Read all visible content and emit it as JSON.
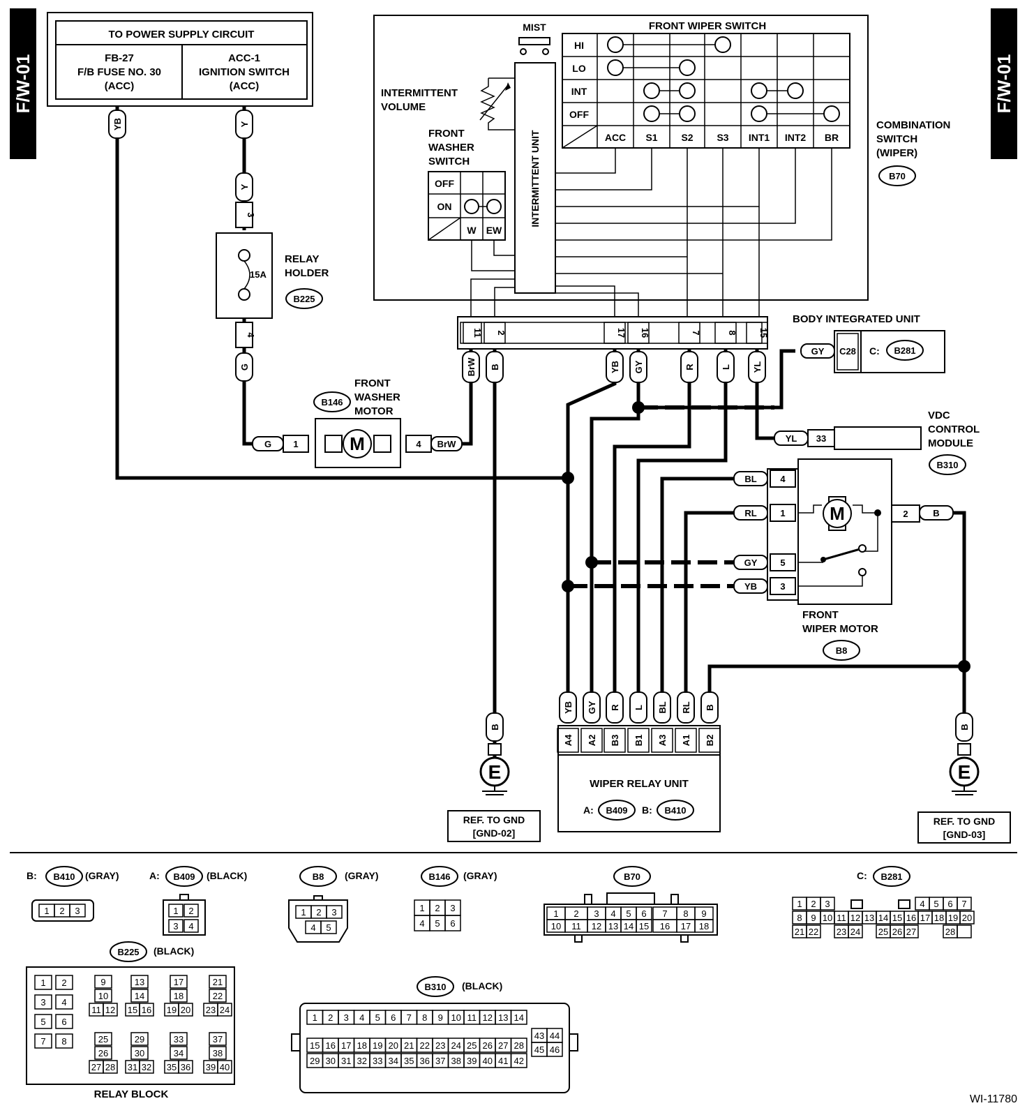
{
  "side_tab": "F/W-01",
  "figure_id": "WI-11780",
  "power_supply": {
    "title": "TO POWER SUPPLY CIRCUIT",
    "left": [
      "FB-27",
      "F/B FUSE NO. 30",
      "(ACC)"
    ],
    "right": [
      "ACC-1",
      "IGNITION SWITCH",
      "(ACC)"
    ]
  },
  "relay_holder": {
    "name": [
      "RELAY",
      "HOLDER"
    ],
    "id": "B225",
    "fuse": "15A",
    "pin_top": "3",
    "pin_bottom": "4"
  },
  "washer_motor": {
    "name": [
      "FRONT",
      "WASHER",
      "MOTOR"
    ],
    "id": "B146",
    "pins": [
      "1",
      "4"
    ],
    "symbol": "M"
  },
  "combination_switch": {
    "name": [
      "COMBINATION",
      "SWITCH",
      "(WIPER)"
    ],
    "id": "B70"
  },
  "mist": "MIST",
  "wiper_switch": {
    "title": "FRONT WIPER SWITCH",
    "rows": [
      "HI",
      "LO",
      "INT",
      "OFF"
    ],
    "cols": [
      "ACC",
      "S1",
      "S2",
      "S3",
      "INT1",
      "INT2",
      "BR"
    ]
  },
  "intermittent_volume": [
    "INTERMITTENT",
    "VOLUME"
  ],
  "intermittent_unit": "INTERMITTENT UNIT",
  "washer_switch": {
    "title": [
      "FRONT",
      "WASHER",
      "SWITCH"
    ],
    "rows": [
      "OFF",
      "ON"
    ],
    "cols": [
      "W",
      "EW"
    ]
  },
  "connector_pins": [
    "11",
    "2",
    "17",
    "16",
    "7",
    "8",
    "15"
  ],
  "connector_wires": [
    "BrW",
    "B",
    "YB",
    "GY",
    "R",
    "L",
    "YL"
  ],
  "body_integrated_unit": {
    "name": "BODY INTEGRATED UNIT",
    "pin": "C28",
    "prefix": "C:",
    "id": "B281",
    "wire": "GY"
  },
  "vdc": {
    "name": [
      "VDC",
      "CONTROL",
      "MODULE"
    ],
    "id": "B310",
    "pin": "33",
    "wire": "YL"
  },
  "wiper_motor": {
    "name": [
      "FRONT",
      "WIPER MOTOR"
    ],
    "id": "B8",
    "symbol": "M",
    "pins": [
      {
        "wire": "BL",
        "pin": "4"
      },
      {
        "wire": "RL",
        "pin": "1"
      },
      {
        "wire": "GY",
        "pin": "5"
      },
      {
        "wire": "YB",
        "pin": "3"
      }
    ],
    "ground_pin": "2",
    "ground_wire": "B"
  },
  "wiper_relay": {
    "name": "WIPER RELAY UNIT",
    "wires": [
      "YB",
      "GY",
      "R",
      "L",
      "BL",
      "RL",
      "B"
    ],
    "pins": [
      "A4",
      "A2",
      "B3",
      "B1",
      "A3",
      "A1",
      "B2"
    ],
    "a_prefix": "A:",
    "a_id": "B409",
    "b_prefix": "B:",
    "b_id": "B410"
  },
  "wire_labels": {
    "yb_top": "YB",
    "y_top": "Y",
    "y_mid": "Y",
    "g": "G",
    "g_motor": "G",
    "brw_motor": "BrW"
  },
  "grounds": [
    {
      "symbol": "E",
      "wire": "B",
      "ref": [
        "REF. TO GND",
        "[GND-02]"
      ]
    },
    {
      "symbol": "E",
      "wire": "B",
      "ref": [
        "REF. TO GND",
        "[GND-03]"
      ]
    }
  ],
  "legend": {
    "b410": {
      "prefix": "B:",
      "id": "B410",
      "color": "(GRAY)",
      "pins": [
        "1",
        "2",
        "3"
      ]
    },
    "b409": {
      "prefix": "A:",
      "id": "B409",
      "color": "(BLACK)",
      "pins": [
        "1",
        "2",
        "3",
        "4"
      ]
    },
    "b8": {
      "id": "B8",
      "color": "(GRAY)",
      "pins": [
        "1",
        "2",
        "3",
        "4",
        "5"
      ]
    },
    "b146": {
      "id": "B146",
      "color": "(GRAY)",
      "pins": [
        "1",
        "2",
        "3",
        "4",
        "5",
        "6"
      ]
    },
    "b70": {
      "id": "B70",
      "pins": [
        "1",
        "2",
        "3",
        "4",
        "5",
        "6",
        "7",
        "8",
        "9",
        "10",
        "11",
        "12",
        "13",
        "14",
        "15",
        "16",
        "17",
        "18"
      ]
    },
    "b281": {
      "prefix": "C:",
      "id": "B281",
      "pins": [
        "1",
        "2",
        "3",
        "4",
        "5",
        "6",
        "7",
        "8",
        "9",
        "10",
        "11",
        "12",
        "13",
        "14",
        "15",
        "16",
        "17",
        "18",
        "19",
        "20",
        "21",
        "22",
        "23",
        "24",
        "25",
        "26",
        "27",
        "28"
      ]
    },
    "b225": {
      "id": "B225",
      "color": "(BLACK)",
      "caption": "RELAY BLOCK",
      "pins": [
        "1",
        "2",
        "3",
        "4",
        "5",
        "6",
        "7",
        "8",
        "9",
        "10",
        "11",
        "12",
        "13",
        "14",
        "15",
        "16",
        "17",
        "18",
        "19",
        "20",
        "21",
        "22",
        "23",
        "24",
        "25",
        "26",
        "27",
        "28",
        "29",
        "30",
        "31",
        "32",
        "33",
        "34",
        "35",
        "36",
        "37",
        "38",
        "39",
        "40"
      ]
    },
    "b310": {
      "id": "B310",
      "color": "(BLACK)",
      "pins": [
        "1",
        "2",
        "3",
        "4",
        "5",
        "6",
        "7",
        "8",
        "9",
        "10",
        "11",
        "12",
        "13",
        "14",
        "15",
        "16",
        "17",
        "18",
        "19",
        "20",
        "21",
        "22",
        "23",
        "24",
        "25",
        "26",
        "27",
        "28",
        "29",
        "30",
        "31",
        "32",
        "33",
        "34",
        "35",
        "36",
        "37",
        "38",
        "39",
        "40",
        "41",
        "42",
        "43",
        "44",
        "45",
        "46"
      ]
    }
  }
}
